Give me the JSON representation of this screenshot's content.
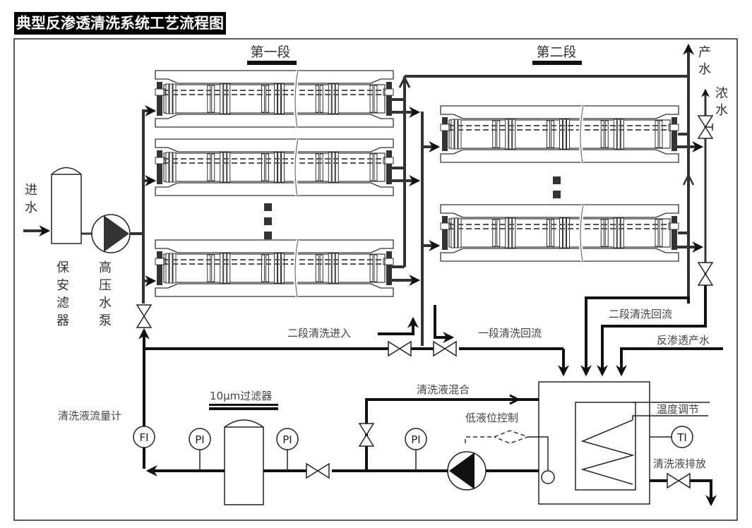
{
  "title": "典型反渗透清洗系统工艺流程图",
  "stages": {
    "stage1": "第一段",
    "stage2": "第二段"
  },
  "labels": {
    "feed_water": [
      "进",
      "水"
    ],
    "security_filter": [
      "保",
      "安",
      "滤",
      "器"
    ],
    "high_pressure_pump": [
      "高",
      "压",
      "水",
      "泵"
    ],
    "product_water": [
      "产",
      "水"
    ],
    "concentrate": [
      "浓",
      "水"
    ],
    "stage2_clean_in": "二段清洗进入",
    "stage1_clean_return": "一段清洗回流",
    "stage2_clean_return": "二段清洗回流",
    "ro_product_water": "反渗透产水",
    "clean_solution_mixing": "清洗液混合",
    "low_level_control": "低液位控制",
    "temperature_adjust": "温度调节",
    "clean_solution_drain": "清洗液排放",
    "clean_flowmeter": "清洗液流量计",
    "filter_10um": "10μm过滤器"
  },
  "instruments": {
    "flow_indicator": "FI",
    "pressure_indicator_1": "PI",
    "pressure_indicator_2": "PI",
    "pressure_indicator_3": "PI",
    "temperature_indicator": "TI"
  },
  "colors": {
    "line": "#111111",
    "background": "#ffffff",
    "title_bg": "#000000",
    "title_fg": "#ffffff"
  }
}
